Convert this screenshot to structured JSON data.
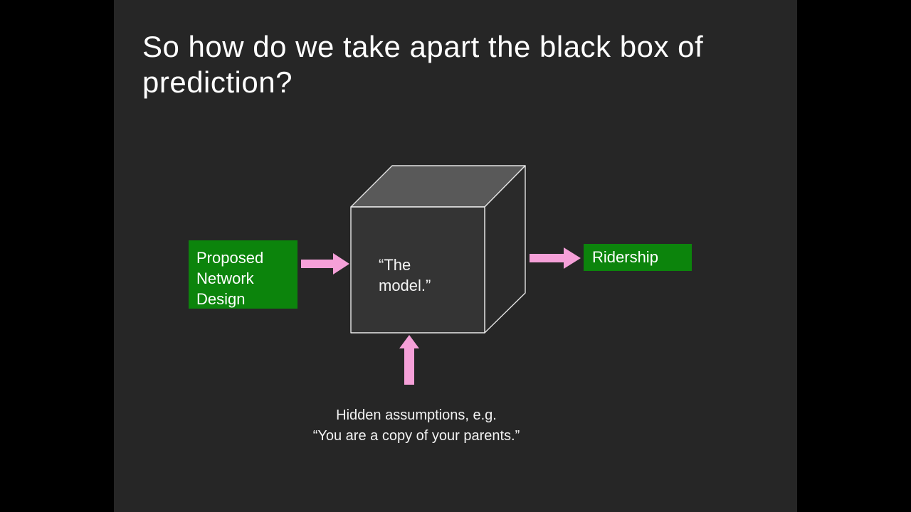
{
  "slide": {
    "title": "So how do we take apart the black box of\nprediction?",
    "background_color": "#262626",
    "letterbox_color": "#000000"
  },
  "diagram": {
    "input_node": {
      "label": "Proposed\nNetwork\nDesign"
    },
    "black_box": {
      "label": "“The\nmodel.”"
    },
    "output_node": {
      "label": "Ridership"
    },
    "caption": "Hidden assumptions, e.g.\n“You are a copy of your parents.”",
    "colors": {
      "node_green": "#0c840c",
      "arrow_pink": "#f5a0d8",
      "cube_front": "#343434",
      "cube_top": "#595959",
      "cube_side": "#2a2a2a",
      "cube_edge": "#e6e6e6",
      "text": "#ffffff"
    }
  }
}
